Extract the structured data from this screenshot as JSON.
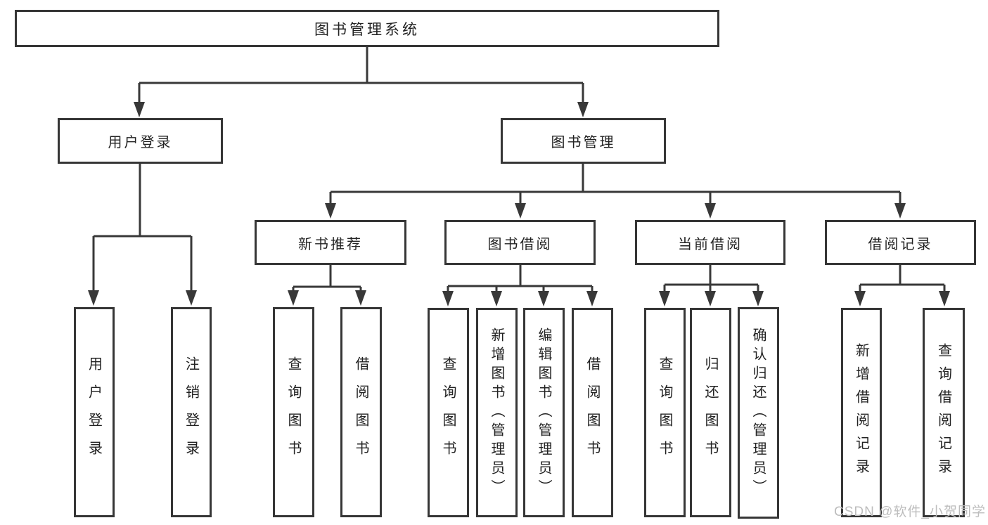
{
  "tree": {
    "root": "图书管理系统",
    "branches": {
      "user": {
        "label": "用户登录",
        "leaves": [
          "用户登录",
          "注销登录"
        ]
      },
      "books": {
        "label": "图书管理",
        "sections": {
          "recommend": {
            "label": "新书推荐",
            "leaves": [
              "查询图书",
              "借阅图书"
            ]
          },
          "borrow": {
            "label": "图书借阅",
            "leaves": [
              "查询图书",
              "新增图书（管理员）",
              "编辑图书（管理员）",
              "借阅图书"
            ]
          },
          "current": {
            "label": "当前借阅",
            "leaves": [
              "查询图书",
              "归还图书",
              "确认归还（管理员）"
            ]
          },
          "records": {
            "label": "借阅记录",
            "leaves": [
              "新增借阅记录",
              "查询借阅记录"
            ]
          }
        }
      }
    }
  },
  "colors": {
    "line": "#383838",
    "border": "#363636",
    "text": "#222222",
    "watermark": "#bdbdbd"
  },
  "watermark": {
    "text": "CSDN @软件_小贺同学"
  }
}
